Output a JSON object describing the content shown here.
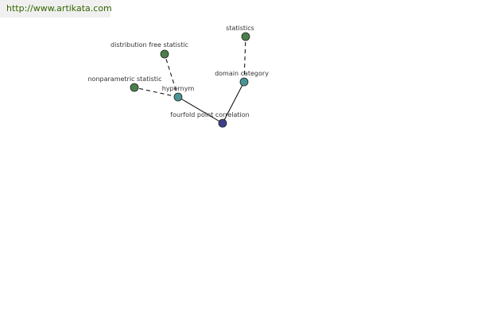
{
  "site": {
    "url": "http://www.artikata.com"
  },
  "graph": {
    "nodes": {
      "fourfold": {
        "label": "fourfold point correlation",
        "color": "#3d3f8c"
      },
      "hypernym": {
        "label": "hypernym",
        "color": "#4a9494"
      },
      "domain": {
        "label": "domain category",
        "color": "#4a9494"
      },
      "distribution": {
        "label": "distribution free statistic",
        "color": "#4a7f4a"
      },
      "nonparametric": {
        "label": "nonparametric statistic",
        "color": "#4a7f4a"
      },
      "statistics": {
        "label": "statistics",
        "color": "#4a7f4a"
      }
    },
    "edges": [
      {
        "from": "fourfold",
        "to": "hypernym",
        "style": "solid"
      },
      {
        "from": "fourfold",
        "to": "domain",
        "style": "solid"
      },
      {
        "from": "hypernym",
        "to": "distribution",
        "style": "dashed"
      },
      {
        "from": "hypernym",
        "to": "nonparametric",
        "style": "dashed"
      },
      {
        "from": "domain",
        "to": "statistics",
        "style": "dashed"
      }
    ]
  }
}
